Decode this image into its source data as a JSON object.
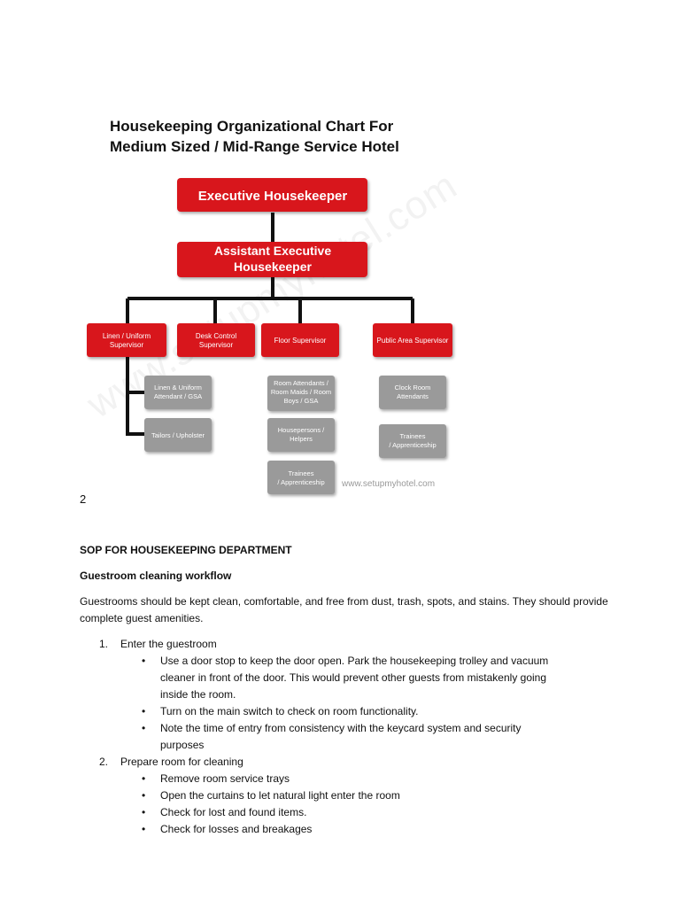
{
  "chart": {
    "title_line1": "Housekeeping Organizational Chart For",
    "title_line2": "Medium Sized / Mid-Range Service Hotel",
    "top": "Executive Housekeeper",
    "assistant_line1": "Assistant Executive",
    "assistant_line2": "Housekeeper",
    "supervisors": [
      {
        "line1": "Linen / Uniform",
        "line2": "Supervisor"
      },
      {
        "line1": "Desk Control",
        "line2": "Supervisor"
      },
      {
        "line1": "Floor Supervisor",
        "line2": ""
      },
      {
        "line1": "Public Area Supervisor",
        "line2": ""
      }
    ],
    "linen_staff": [
      {
        "line1": "Linen & Uniform",
        "line2": "Attendant / GSA",
        "line3": ""
      },
      {
        "line1": "Tailors / Upholster",
        "line2": "",
        "line3": ""
      }
    ],
    "floor_staff": [
      {
        "line1": "Room Attendants /",
        "line2": "Room Maids / Room",
        "line3": "Boys / GSA"
      },
      {
        "line1": "Housepersons /",
        "line2": "Helpers",
        "line3": ""
      },
      {
        "line1": "Trainees",
        "line2": "/ Apprenticeship",
        "line3": ""
      }
    ],
    "public_staff": [
      {
        "line1": "Clock Room",
        "line2": "Attendants",
        "line3": ""
      },
      {
        "line1": "Trainees",
        "line2": "/ Apprenticeship",
        "line3": ""
      }
    ],
    "watermark": "www.setupmyhotel.com",
    "credit": "www.setupmyhotel.com"
  },
  "page_number": "2",
  "doc": {
    "heading": "SOP FOR HOUSEKEEPING DEPARTMENT",
    "subheading": "Guestroom cleaning workflow",
    "intro": "Guestrooms should be kept clean, comfortable, and free from dust, trash, spots, and stains. They should provide complete guest amenities.",
    "steps": [
      {
        "num": "1.",
        "label": "Enter the guestroom",
        "bullets": [
          "Use a door stop to keep the door open. Park the housekeeping trolley and vacuum cleaner in front of the door. This would prevent other guests from mistakenly going inside the room.",
          "Turn on the main switch to check on room functionality.",
          "Note the time of entry from consistency with the keycard system and security purposes"
        ]
      },
      {
        "num": "2.",
        "label": "Prepare room for cleaning",
        "bullets": [
          "Remove room service trays",
          "Open the curtains to let natural light enter the room",
          "Check for lost and found items.",
          "Check for losses and breakages"
        ]
      }
    ]
  },
  "colors": {
    "red_box": "#d8161e",
    "grey_box": "#9a9a9a",
    "connector": "#111111"
  }
}
